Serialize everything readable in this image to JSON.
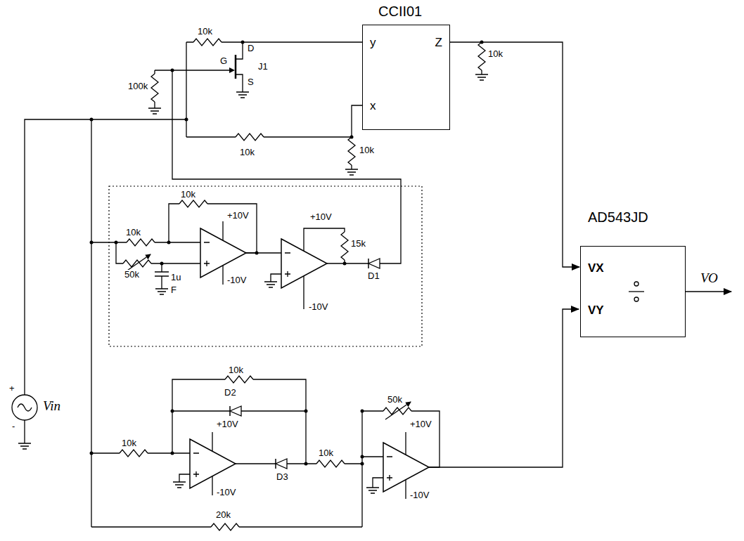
{
  "diagram": {
    "nodes": [
      {
        "text": [
          "CCII01",
          "y",
          "Z",
          "x"
        ]
      },
      {
        "text": [
          "AD543JD",
          "VX",
          "VY"
        ]
      }
    ],
    "edges": [
      {
        "from": 0,
        "to": 1,
        "arrow": "to"
      }
    ],
    "labels": [
      "10k",
      "G",
      "D",
      "S",
      "J1",
      "100k",
      "10k",
      "10k",
      "10k",
      "+",
      "-",
      "Vin",
      "10k",
      "10k",
      "50k",
      "1u",
      "F",
      "+10V",
      "-10V",
      "+10V",
      "15k",
      "D1",
      "-10V",
      "10k",
      "D2",
      "+10V",
      "10k",
      "-10V",
      "D3",
      "10k",
      "50k",
      "+10V",
      "-10V",
      "20k",
      "VO"
    ]
  }
}
